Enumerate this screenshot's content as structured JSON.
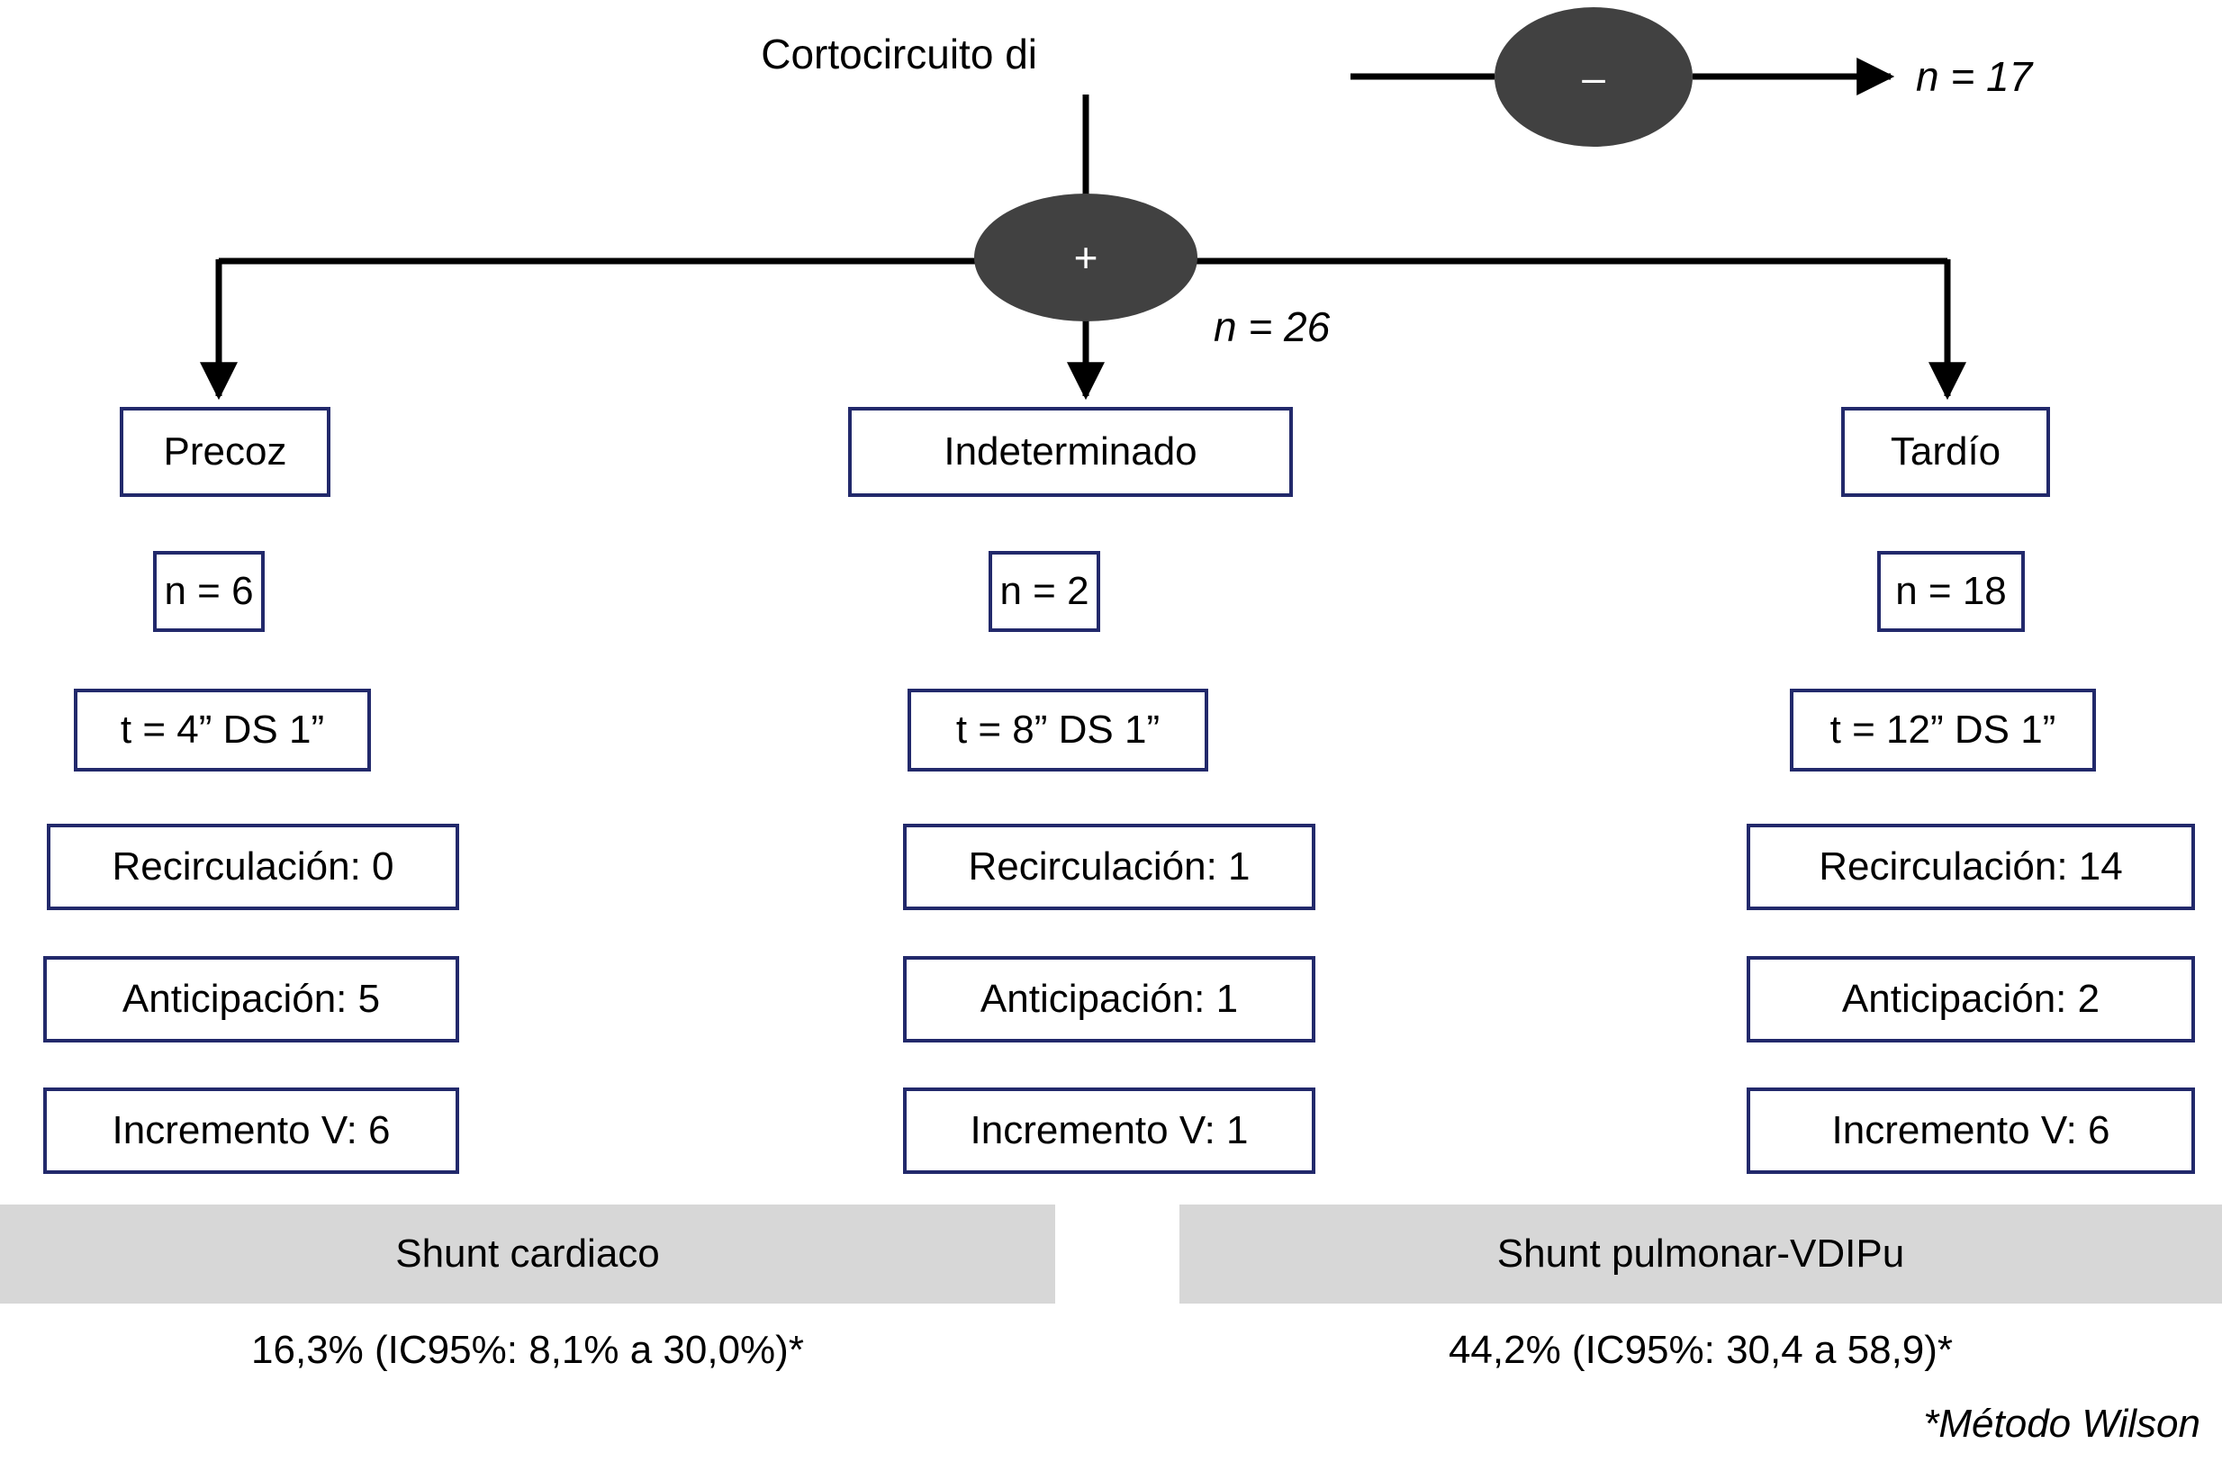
{
  "diagram": {
    "root": {
      "label": "Cortocircuito di",
      "negative_node": {
        "symbol": "–",
        "result": "n = 17"
      },
      "positive_node": {
        "symbol": "+",
        "result": "n = 26"
      }
    },
    "columns": [
      {
        "title": "Precoz",
        "n": "n = 6",
        "time": "t = 4” DS 1”",
        "recirculacion": "Recirculación: 0",
        "anticipacion": "Anticipación: 5",
        "incremento": "Incremento V: 6"
      },
      {
        "title": "Indeterminado",
        "n": "n = 2",
        "time": "t = 8” DS 1”",
        "recirculacion": "Recirculación: 1",
        "anticipacion": "Anticipación: 1",
        "incremento": "Incremento V: 1"
      },
      {
        "title": "Tardío",
        "n": "n = 18",
        "time": "t = 12” DS 1”",
        "recirculacion": "Recirculación: 14",
        "anticipacion": "Anticipación: 2",
        "incremento": "Incremento V: 6"
      }
    ],
    "summary": [
      {
        "band_label": "Shunt cardiaco",
        "ci_text": "16,3% (IC95%: 8,1% a 30,0%)*"
      },
      {
        "band_label": "Shunt pulmonar-VDIPu",
        "ci_text": "44,2% (IC95%: 30,4 a 58,9)*"
      }
    ],
    "footnote": "*Método Wilson",
    "colors": {
      "box_border": "#22296b",
      "ellipse_fill": "#414141",
      "band_fill": "#d7d7d7",
      "wire": "#000000"
    }
  }
}
